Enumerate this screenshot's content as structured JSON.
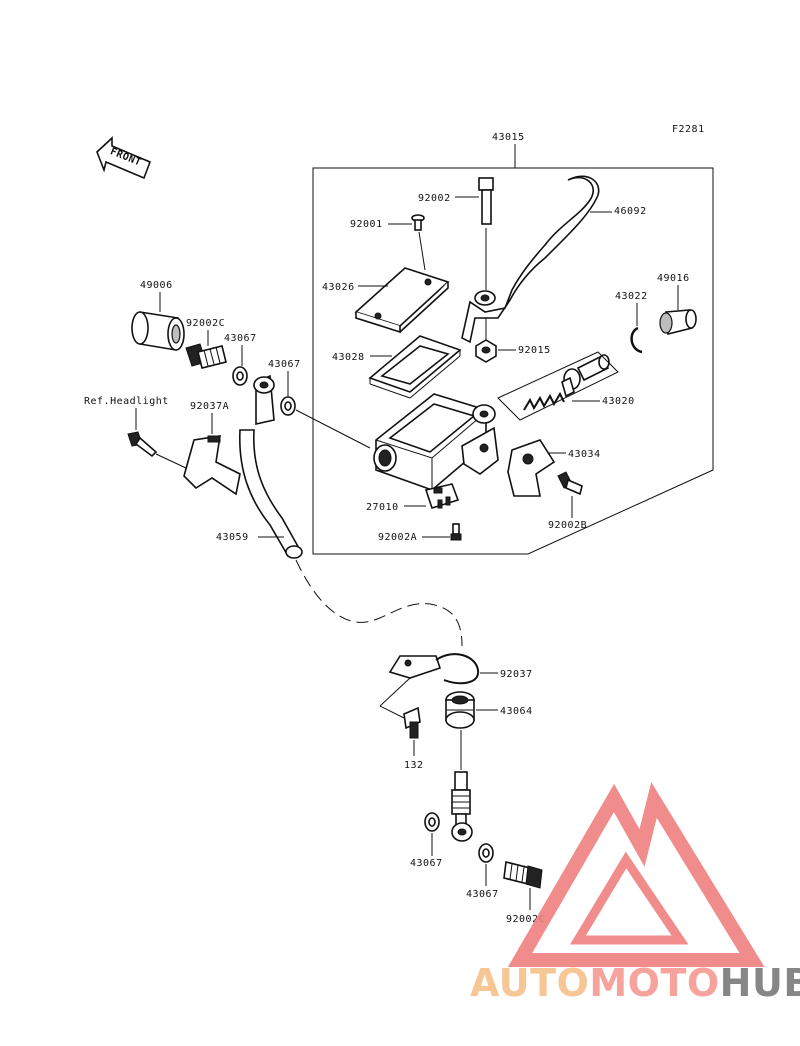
{
  "figure_code": "F2281",
  "front_label": "FRONT",
  "assembly_label": "43015",
  "reference_note": "Ref.Headlight",
  "parts": {
    "p92002": "92002",
    "p46092": "46092",
    "p92001": "92001",
    "p43026": "43026",
    "p49006": "49006",
    "p49016": "49016",
    "p43022": "43022",
    "p92002c_top": "92002C",
    "p43067_a": "43067",
    "p43028": "43028",
    "p92015": "92015",
    "p43067_b": "43067",
    "p43020": "43020",
    "p92037a": "92037A",
    "p43034": "43034",
    "p27010": "27010",
    "p92002b": "92002B",
    "p43059": "43059",
    "p92002a": "92002A",
    "p92037": "92037",
    "p43064": "43064",
    "p132": "132",
    "p43067_c": "43067",
    "p43067_d": "43067",
    "p92002c_bot": "92002C"
  },
  "watermark": {
    "text_a": "AUTO",
    "text_b": "MOTO",
    "text_c": "HUB",
    "color_a": "#f7c08a",
    "color_b": "#f49a92",
    "color_c": "#7a7a7a",
    "logo_color": "#f08080"
  }
}
